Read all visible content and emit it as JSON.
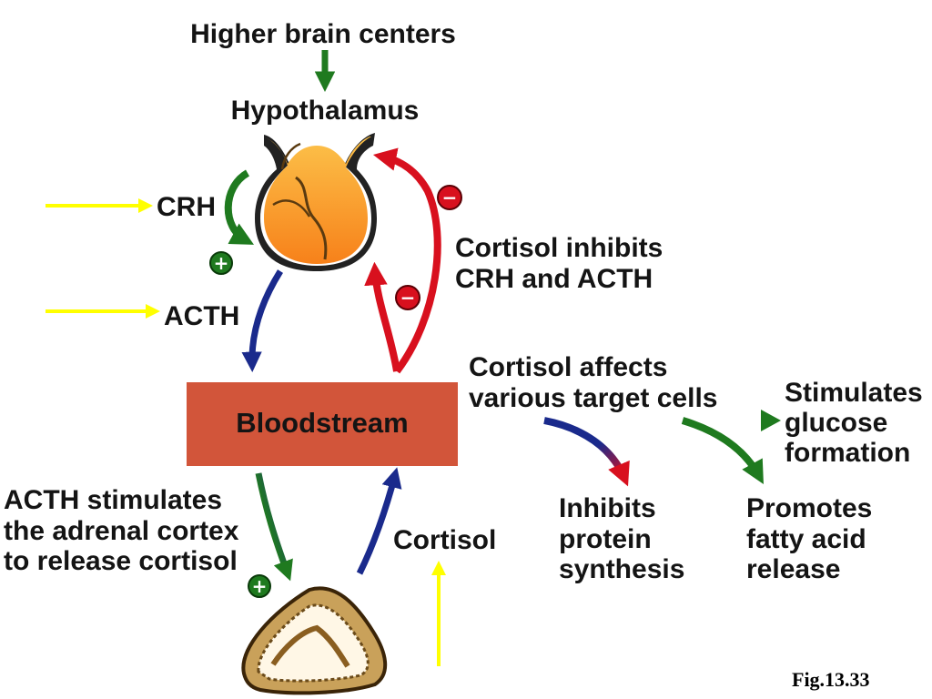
{
  "labels": {
    "higher_brain": "Higher brain centers",
    "hypothalamus": "Hypothalamus",
    "crh": "CRH",
    "acth": "ACTH",
    "inhibits_line1": "Cortisol inhibits",
    "inhibits_line2": "CRH and ACTH",
    "bloodstream": "Bloodstream",
    "affects_line1": "Cortisol affects",
    "affects_line2": "various target cells",
    "glucose_line1": "Stimulates",
    "glucose_line2": "glucose",
    "glucose_line3": "formation",
    "acth_stim_line1": "ACTH stimulates",
    "acth_stim_line2": "the adrenal cortex",
    "acth_stim_line3": "to release cortisol",
    "cortisol": "Cortisol",
    "protein_line1": "Inhibits",
    "protein_line2": "protein",
    "protein_line3": "synthesis",
    "fatty_line1": "Promotes",
    "fatty_line2": "fatty acid",
    "fatty_line3": "release",
    "figure": "Fig.13.33"
  },
  "signs": {
    "plus": "+",
    "minus": "−"
  },
  "colors": {
    "stimulate_green": "#1f7a1f",
    "acth_blue": "#1a2a8c",
    "inhibit_red": "#d8101e",
    "pointer_yellow": "#ffff00",
    "bloodstream_fill": "#d2553a",
    "hypothalamus_fill": "#f7941d",
    "adrenal_fill": "#c9a15a"
  },
  "icons": [
    "plus-sign-icon",
    "minus-sign-icon",
    "hypothalamus-icon",
    "adrenal-gland-icon"
  ]
}
